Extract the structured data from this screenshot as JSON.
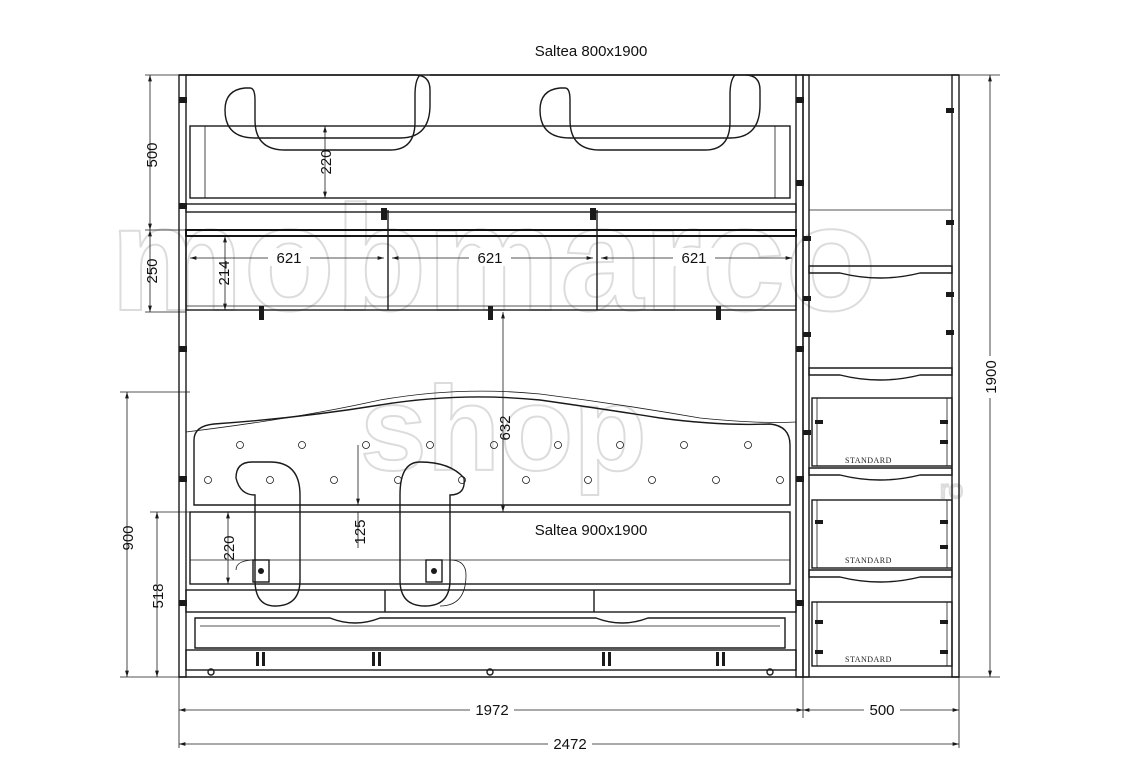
{
  "labels": {
    "top_mattress": "Saltea 800x1900",
    "bottom_mattress": "Saltea 900x1900"
  },
  "watermark": {
    "line1": "mobmarco",
    "line2": "shop",
    "suffix": "ro"
  },
  "drawer_brand": "STANDARD",
  "dimensions": {
    "left_500": "500",
    "left_250": "250",
    "left_900": "900",
    "left_518": "518",
    "top_220": "220",
    "inner_214": "214",
    "shelf_1": "621",
    "shelf_2": "621",
    "shelf_3": "621",
    "gap_632": "632",
    "gap_125": "125",
    "bottom_220": "220",
    "right_1900": "1900",
    "width_1972": "1972",
    "width_500": "500",
    "width_2472": "2472"
  },
  "colors": {
    "line": "#1a1a1a",
    "watermark": "#dcdcdc",
    "background": "#ffffff"
  }
}
